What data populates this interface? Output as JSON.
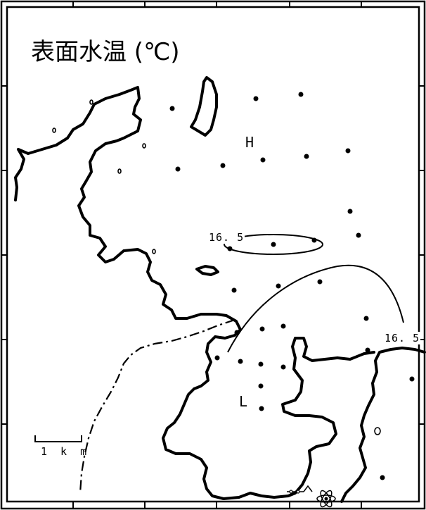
{
  "title": "表面水温 (℃)",
  "units": {
    "temperature": "℃"
  },
  "scale_bar": {
    "label": "1 k m"
  },
  "pressure_labels": {
    "high": "H",
    "low": "L"
  },
  "isotherms": [
    {
      "name": "isotherm-closed",
      "value": 16.5,
      "label": "16. 5"
    },
    {
      "name": "isotherm-open",
      "value": 16.5,
      "label": "16. 5"
    }
  ],
  "station_count": 29,
  "icons": [
    "atom-icon"
  ],
  "colors": {
    "ink": "#000000",
    "background": "#ffffff"
  }
}
